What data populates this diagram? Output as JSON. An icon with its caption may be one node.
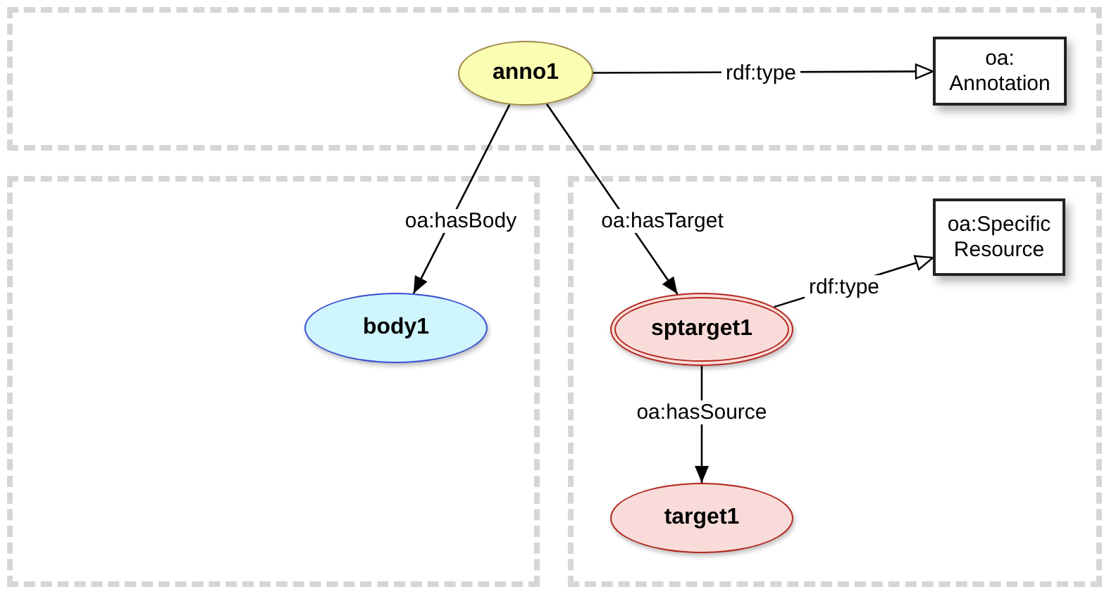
{
  "diagram": {
    "nodes": [
      {
        "text": [],
        "shape": "box"
      },
      {
        "text": [
          "anno1"
        ],
        "in": 0
      },
      {
        "text": [
          "oa: Annotation"
        ],
        "in": 0
      },
      {
        "text": [],
        "shape": "box"
      },
      {
        "text": [
          "body1"
        ],
        "in": 3
      },
      {
        "text": [],
        "shape": "box"
      },
      {
        "text": [
          "sptarget1"
        ],
        "in": 5
      },
      {
        "text": [
          "oa:Specific Resource"
        ],
        "in": 5
      },
      {
        "text": [
          "target1"
        ],
        "in": 5
      }
    ],
    "edges": [
      {
        "from": 1,
        "to": 2,
        "arrow": "to",
        "label": "rdf:type"
      },
      {
        "from": 1,
        "to": 4,
        "arrow": "to",
        "label": "oa:hasBody"
      },
      {
        "from": 1,
        "to": 6,
        "arrow": "to",
        "label": "oa:hasTarget"
      },
      {
        "from": 6,
        "to": 7,
        "arrow": "to",
        "label": "rdf:type"
      },
      {
        "from": 6,
        "to": 8,
        "arrow": "to",
        "label": "oa:hasSource"
      }
    ]
  }
}
